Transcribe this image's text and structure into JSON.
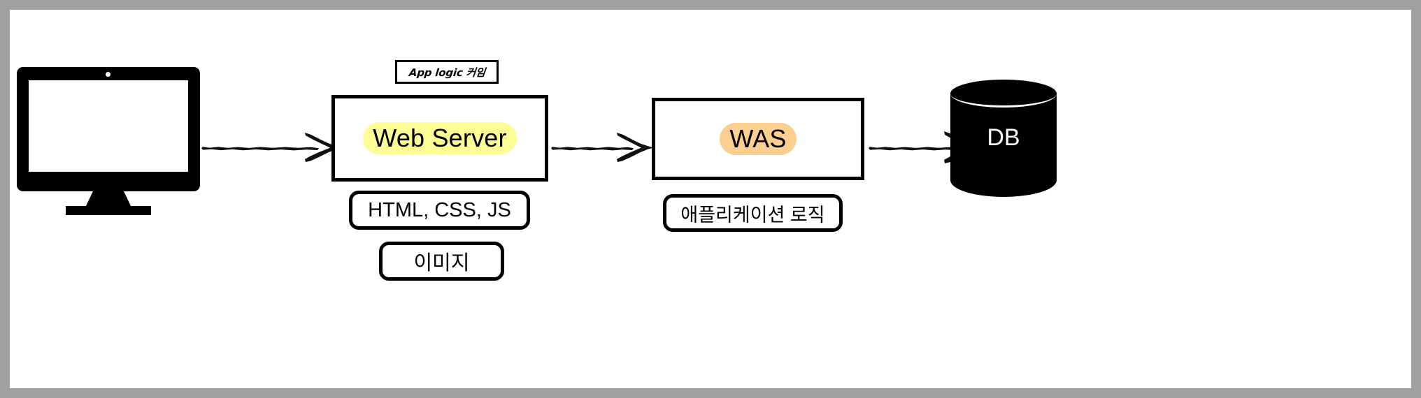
{
  "diagram": {
    "title": "Web Server and WAS architecture flow",
    "background_color": "#ffffff",
    "frame_color": "#a0a0a0",
    "nodes": {
      "client": {
        "icon": "desktop-monitor-icon",
        "label": ""
      },
      "web_server": {
        "label": "Web Server",
        "highlight_color": "#fdfd96"
      },
      "was": {
        "label": "WAS",
        "highlight_color": "#fbcf8f"
      },
      "db": {
        "label": "DB",
        "shape": "cylinder",
        "fill_color": "#000000",
        "text_color": "#ffffff"
      }
    },
    "annotations": {
      "handwritten_note": "App logic 커임",
      "web_server_tags": [
        "HTML, CSS, JS",
        "이미지"
      ],
      "was_tags": [
        "애플리케이션 로직"
      ]
    },
    "arrows": [
      {
        "name": "client-to-web-server",
        "style": "sketchy"
      },
      {
        "name": "web-server-to-was",
        "style": "sketchy"
      },
      {
        "name": "was-to-db",
        "style": "sketchy"
      }
    ]
  }
}
